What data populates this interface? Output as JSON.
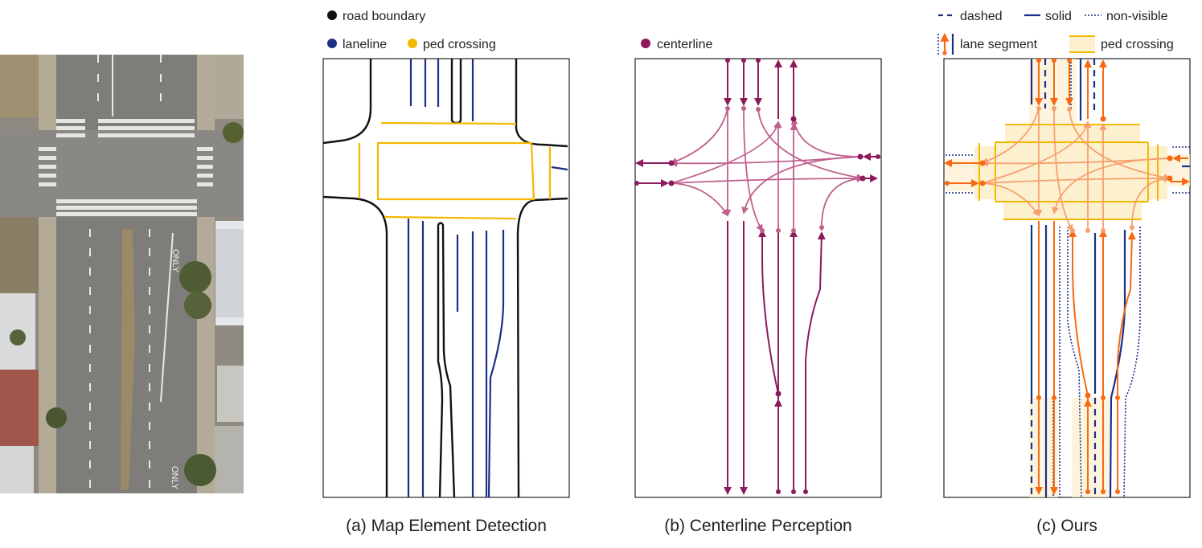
{
  "panels": {
    "a": {
      "caption": "(a) Map Element Detection",
      "legend": {
        "road_boundary": "road boundary",
        "laneline": "laneline",
        "ped_crossing": "ped crossing"
      }
    },
    "b": {
      "caption": "(b) Centerline Perception",
      "legend": {
        "centerline": "centerline"
      }
    },
    "c": {
      "caption": "(c) Ours",
      "legend": {
        "dashed": "dashed",
        "solid": "solid",
        "non_visible": "non-visible",
        "lane_segment": "lane segment",
        "ped_crossing": "ped crossing"
      }
    }
  },
  "aerial": {
    "road_markings": [
      "ONLY",
      "ONLY"
    ]
  },
  "colors": {
    "road_boundary": "#111111",
    "laneline": "#1b2f86",
    "ped_crossing": "#f5b800",
    "centerline": "#8c1a5c",
    "centerline_light": "#c0608e",
    "lane_segment": "#f56a12",
    "lane_segment_light": "#f6a070",
    "ped_fill": "#fdf0cf",
    "non_visible": "#1b2f86"
  }
}
